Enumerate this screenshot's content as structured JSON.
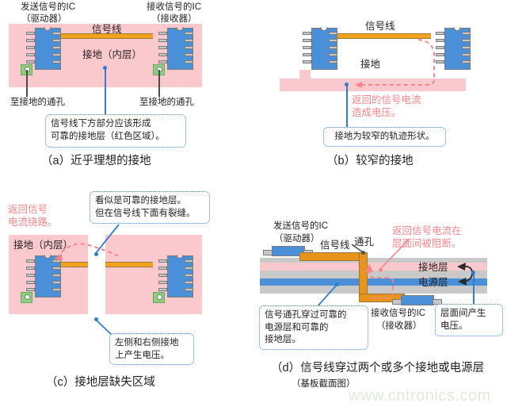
{
  "panel_a": {
    "label_driver_ic": "发送信号的IC",
    "label_driver_sub": "（驱动器）",
    "label_receiver_ic": "接收信号的IC",
    "label_receiver_sub": "（接收器）",
    "label_signal_line": "信号线",
    "label_ground": "接地（内层）",
    "label_via_left": "至接地的通孔",
    "label_via_right": "至接地的通孔",
    "callout": "信号线下方部分应该形成\n可靠的接地层（红色区域）。",
    "caption": "（a）近乎理想的接地"
  },
  "panel_b": {
    "label_signal_line": "信号线",
    "label_ground": "接地",
    "note_red": "返回的信号电流\n造成电压。",
    "callout": "接地为较窄的轨迹形状。",
    "caption": "（b）较窄的接地"
  },
  "panel_c": {
    "note_red": "返回信号\n电流绕路。",
    "label_ground": "接地（内层）",
    "callout_top": "看似是可靠的接地层。\n但在信号线下面有裂缝。",
    "callout_bottom": "左侧和右侧接地\n上产生电压。",
    "caption": "（c）接地层缺失区域"
  },
  "panel_d": {
    "label_driver_ic": "发送信号的IC",
    "label_driver_sub": "（驱动器）",
    "label_signal_line": "信号线",
    "label_via": "通孔",
    "note_red": "返回信号电流在\n层面间被阻断。",
    "label_ground_layer": "接地层",
    "label_power_layer": "电源层",
    "label_receiver_ic": "接收信号的IC",
    "label_receiver_sub": "（接收器）",
    "callout_left": "信号通孔穿过可靠的\n电源层和可靠的\n接地层。",
    "callout_right": "层面间产生\n电压。",
    "caption_main": "（d）信号线穿过两个或多个接地或电源层",
    "caption_sub": "（基板截面图）"
  },
  "watermark": "www.cntronics.com",
  "colors": {
    "plane_pink": "#f9c9cd",
    "ic_blue": "#4a90d9",
    "trace_orange": "#f3a31b",
    "via_green": "#8fce7e",
    "callout_blue": "#3a86d4",
    "current_red": "#f4858c",
    "substrate_gray": "#c9c9c9",
    "watermark_green": "#dfe9dc"
  }
}
